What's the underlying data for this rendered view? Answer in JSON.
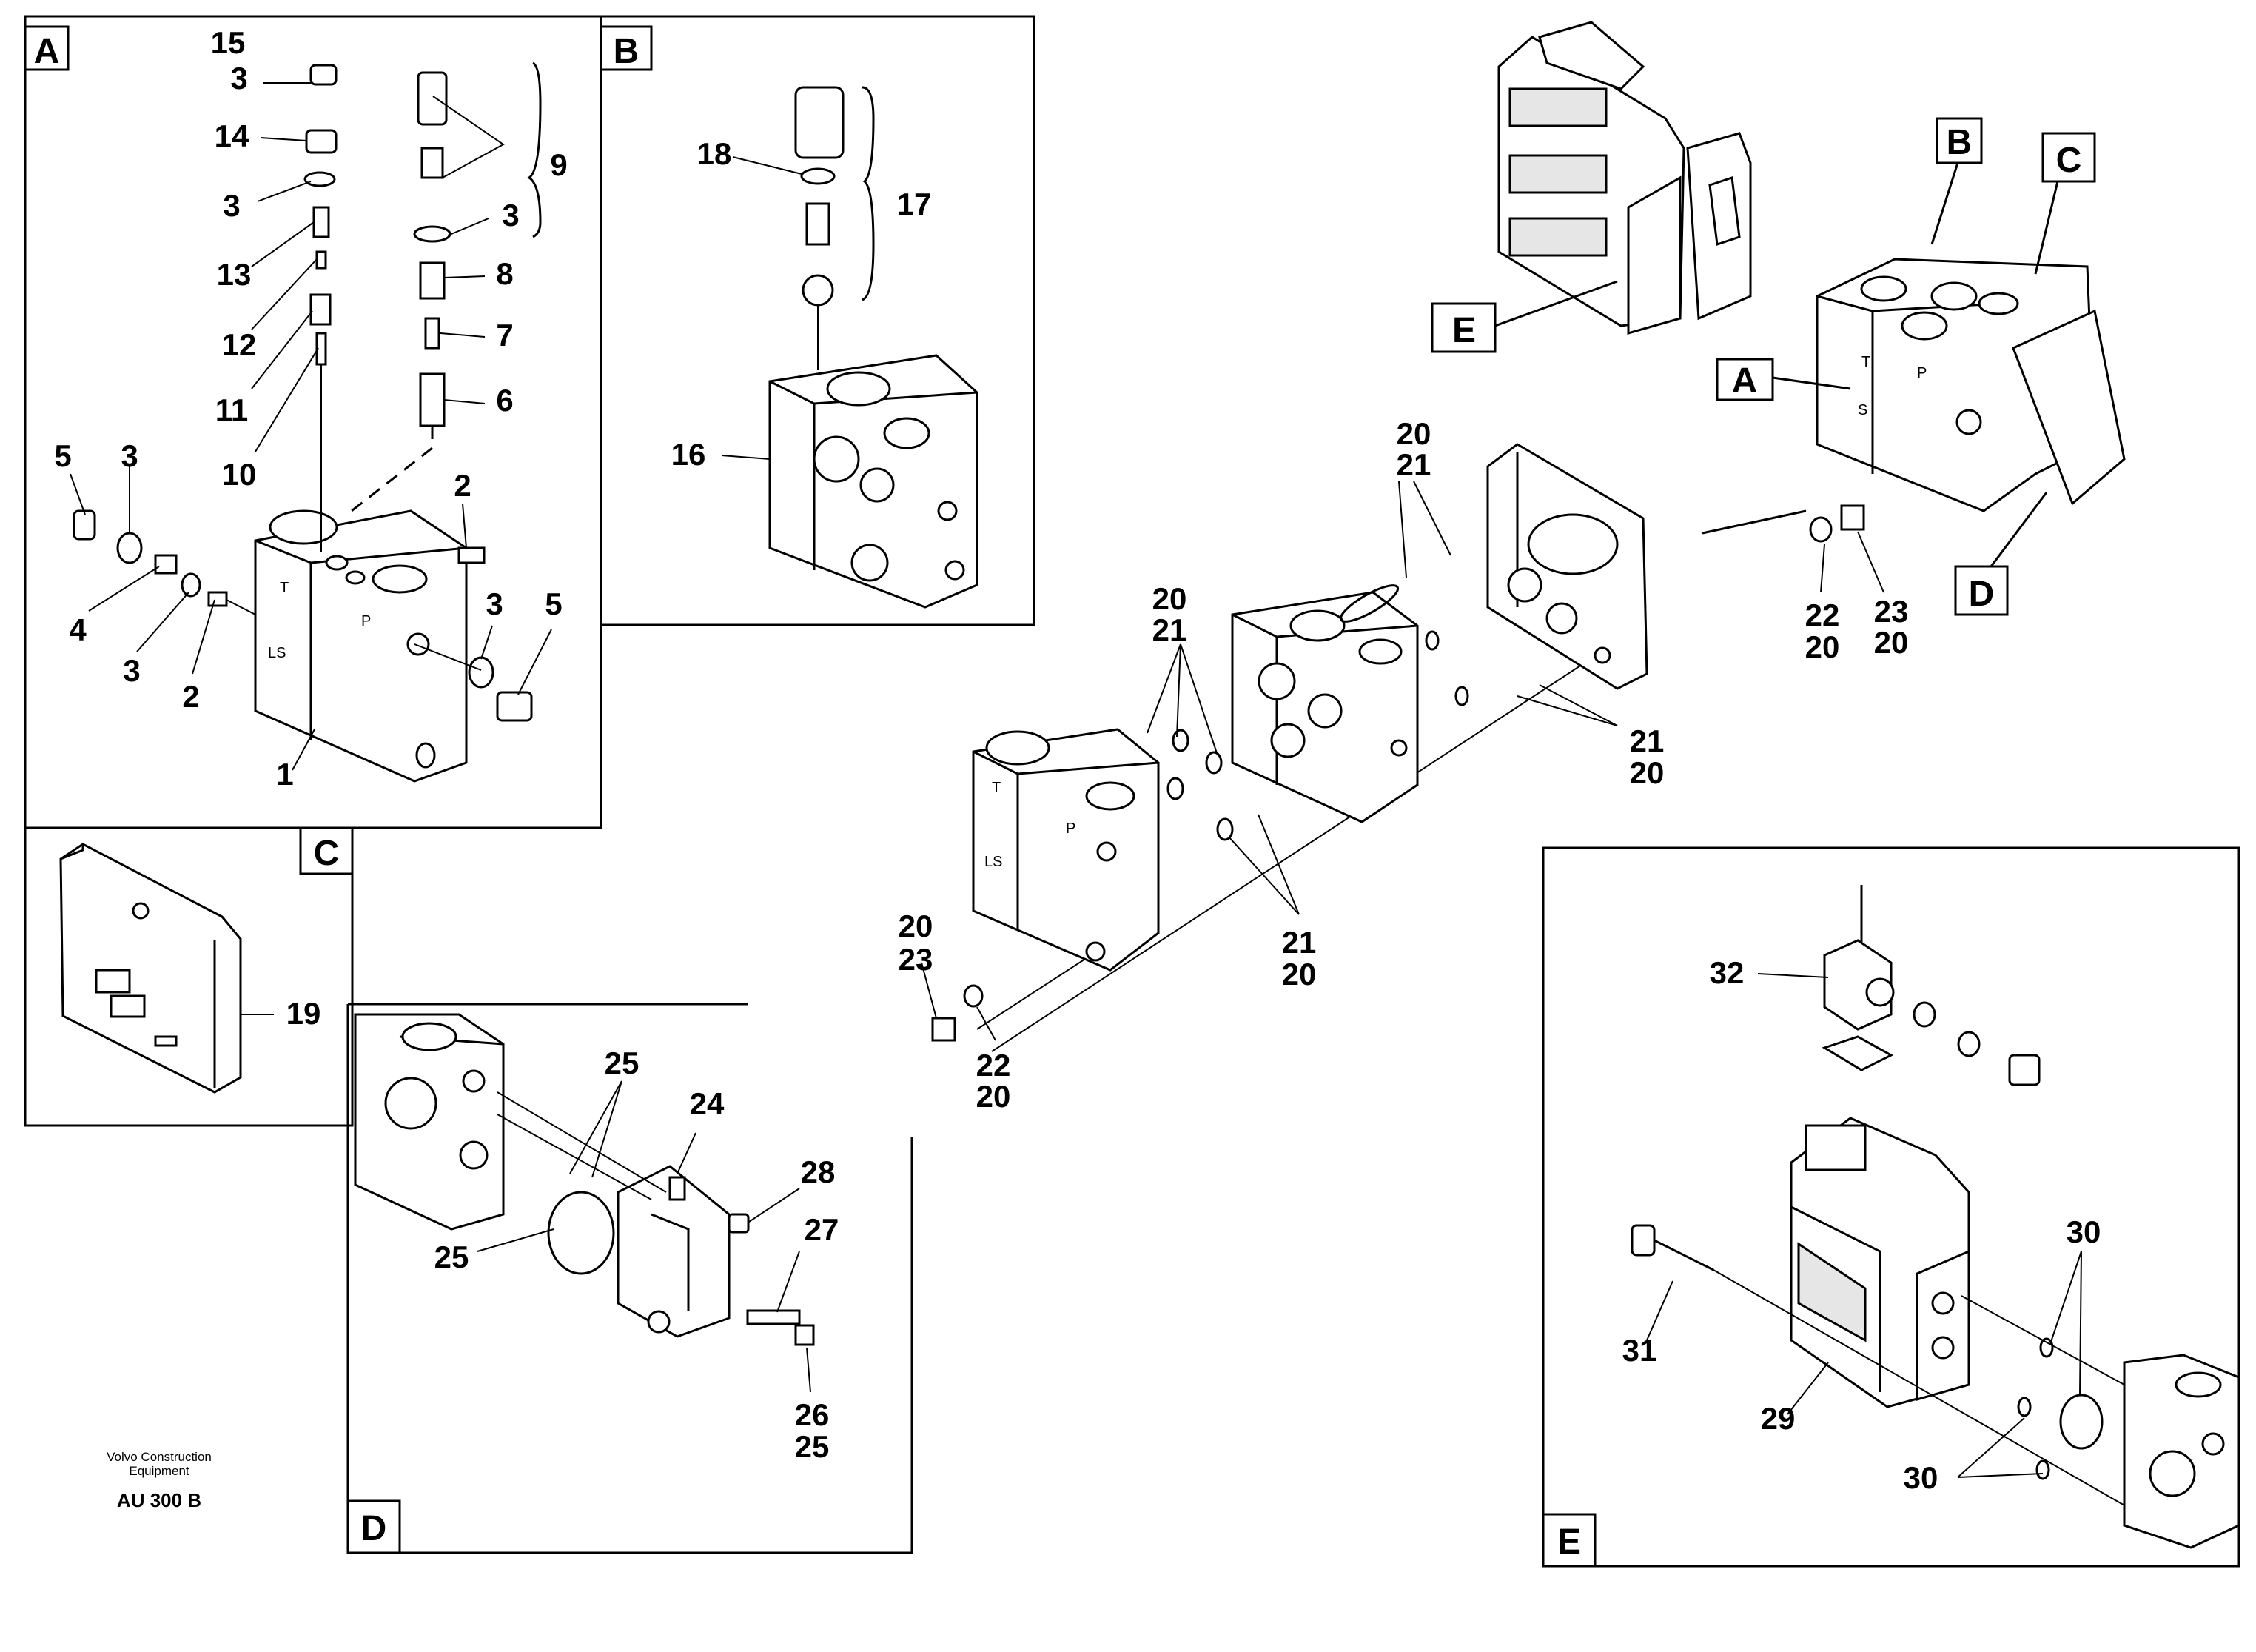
{
  "panels": {
    "A": {
      "letter": "A"
    },
    "B": {
      "letter": "B"
    },
    "C": {
      "letter": "C"
    },
    "D": {
      "letter": "D"
    },
    "E": {
      "letter": "E"
    }
  },
  "overview_letters": {
    "A": "A",
    "B": "B",
    "C": "C",
    "D": "D",
    "E": "E"
  },
  "callouts_A": {
    "c15": "15",
    "c3a": "3",
    "c14": "14",
    "c3b": "3",
    "c13": "13",
    "c12": "12",
    "c11": "11",
    "c10": "10",
    "c9": "9",
    "c3c": "3",
    "c8": "8",
    "c7": "7",
    "c6": "6",
    "c5a": "5",
    "c3d": "3",
    "c4": "4",
    "c3e": "3",
    "c2a": "2",
    "c2b": "2",
    "c3f": "3",
    "c5b": "5",
    "c1": "1"
  },
  "callouts_B": {
    "c18": "18",
    "c17": "17",
    "c16": "16"
  },
  "callouts_C": {
    "c19": "19"
  },
  "callouts_D": {
    "c25a": "25",
    "c24": "24",
    "c28": "28",
    "c27": "27",
    "c25b": "25",
    "c26": "26",
    "c25c": "25"
  },
  "callouts_main": {
    "t20a": "20",
    "t21a": "21",
    "t20b": "20",
    "t21b": "21",
    "t21c": "21",
    "t20c": "20",
    "t21d": "21",
    "t20d": "20",
    "t20e": "20",
    "t23a": "23",
    "t22a": "22",
    "t20f": "20",
    "t22b": "22",
    "t20g": "20",
    "t23b": "23",
    "t20h": "20"
  },
  "callouts_E": {
    "c32": "32",
    "c30a": "30",
    "c31": "31",
    "c29": "29",
    "c30b": "30"
  },
  "port_marks": {
    "t": "T",
    "p": "P",
    "ls": "LS",
    "s": "S"
  },
  "footer": {
    "maker_line1": "Volvo Construction",
    "maker_line2": "Equipment",
    "ref": "AU 300 B"
  }
}
